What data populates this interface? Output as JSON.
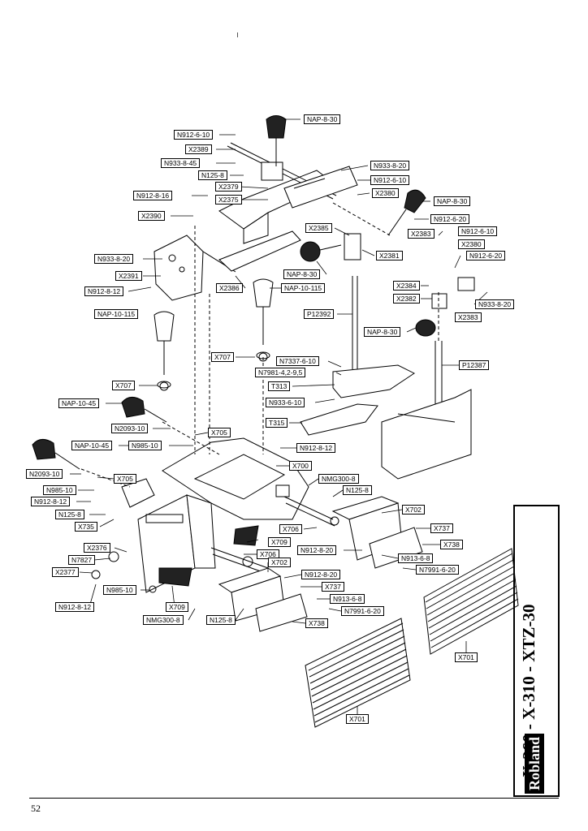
{
  "title": "X-260 - X-310 - XTZ-30",
  "brand": "Robland",
  "page_number": "52",
  "labels": {
    "nap_8_30_top": "NAP-8-30",
    "n912_6_10_a": "N912-6-10",
    "x2389": "X2389",
    "n933_8_45": "N933-8-45",
    "n933_8_20_a": "N933-8-20",
    "n125_8_a": "N125-8",
    "n912_6_10_b": "N912-6-10",
    "x2379": "X2379",
    "x2380_a": "X2380",
    "n912_8_16": "N912-8-16",
    "x2375": "X2375",
    "nap_8_30_r": "NAP-8-30",
    "x2390": "X2390",
    "n912_6_20_a": "N912-6-20",
    "x2385": "X2385",
    "x2383_a": "X2383",
    "n912_6_10_c": "N912-6-10",
    "x2380_b": "X2380",
    "n933_8_20_b": "N933-8-20",
    "x2381": "X2381",
    "n912_6_20_b": "N912-6-20",
    "x2391": "X2391",
    "nap_8_30_m": "NAP-8-30",
    "x2386": "X2386",
    "nap_10_115_a": "NAP-10-115",
    "n912_8_12_a": "N912-8-12",
    "x2384": "X2384",
    "x2382": "X2382",
    "n933_8_20_c": "N933-8-20",
    "x2383_b": "X2383",
    "p12392": "P12392",
    "nap_10_115_b": "NAP-10-115",
    "nap_8_30_low": "NAP-8-30",
    "x707_a": "X707",
    "n7337_6_10": "N7337-6-10",
    "n7981": "N7981-4,2-9,5",
    "p12387": "P12387",
    "t313": "T313",
    "x707_b": "X707",
    "n933_6_10": "N933-6-10",
    "nap_10_45_a": "NAP-10-45",
    "t315": "T315",
    "n2093_10_a": "N2093-10",
    "x705_a": "X705",
    "nap_10_45_b": "NAP-10-45",
    "n985_10_a": "N985-10",
    "n912_8_12_b": "N912-8-12",
    "x700": "X700",
    "n2093_10_b": "N2093-10",
    "x705_b": "X705",
    "nmg300_8_a": "NMG300-8",
    "n985_10_b": "N985-10",
    "n125_8_b": "N125-8",
    "n912_8_12_c": "N912-8-12",
    "x702_a": "X702",
    "n125_8_c": "N125-8",
    "x735": "X735",
    "x706_a": "X706",
    "x737_a": "X737",
    "x709_a": "X709",
    "x738_a": "X738",
    "x2376": "X2376",
    "x706_b": "X706",
    "n912_8_20_a": "N912-8-20",
    "n7827": "N7827",
    "x702_b": "X702",
    "n913_6_8_a": "N913-6-8",
    "x2377": "X2377",
    "n912_8_20_b": "N912-8-20",
    "n7991_6_20_a": "N7991-6-20",
    "x737_b": "X737",
    "n985_10_c": "N985-10",
    "n913_6_8_b": "N913-6-8",
    "n912_8_12_d": "N912-8-12",
    "x709_b": "X709",
    "n7991_6_20_b": "N7991-6-20",
    "nmg300_8_b": "NMG300-8",
    "n125_8_d": "N125-8",
    "x738_b": "X738",
    "x701_a": "X701",
    "x701_b": "X701"
  }
}
